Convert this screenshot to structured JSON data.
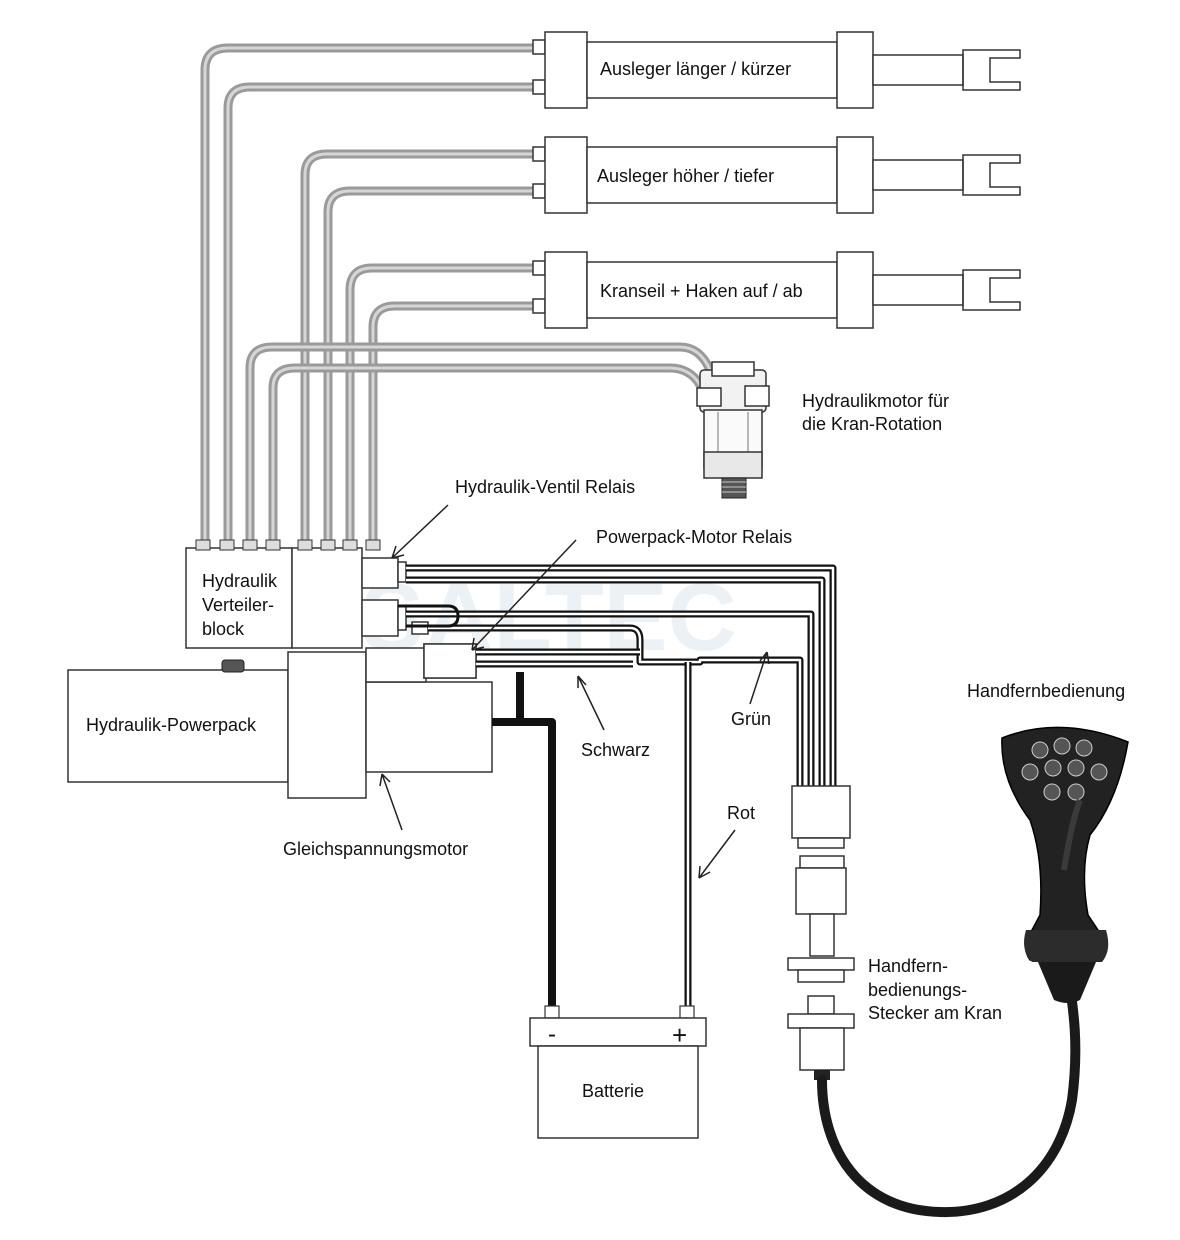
{
  "diagram": {
    "cylinders": [
      {
        "id": "boom-extend",
        "label": "Ausleger länger / kürzer"
      },
      {
        "id": "boom-lift",
        "label": "Ausleger höher / tiefer"
      },
      {
        "id": "winch",
        "label": "Kranseil + Haken auf / ab"
      }
    ],
    "rotation_motor": {
      "line1": "Hydraulikmotor für",
      "line2": "die Kran-Rotation"
    },
    "valve_relay": "Hydraulik-Ventil Relais",
    "motor_relay": "Powerpack-Motor Relais",
    "manifold": {
      "line1": "Hydraulik",
      "line2": "Verteiler-",
      "line3": "block"
    },
    "powerpack": "Hydraulik-Powerpack",
    "dc_motor": "Gleichspannungsmotor",
    "wires": {
      "black": "Schwarz",
      "green": "Grün",
      "red": "Rot"
    },
    "battery": {
      "label": "Batterie",
      "minus": "-",
      "plus": "+"
    },
    "remote": {
      "label": "Handfernbedienung"
    },
    "connector": {
      "line1": "Handfern-",
      "line2": "bedienungs-",
      "line3": "Stecker am Kran"
    },
    "watermark": "SALTEC"
  }
}
